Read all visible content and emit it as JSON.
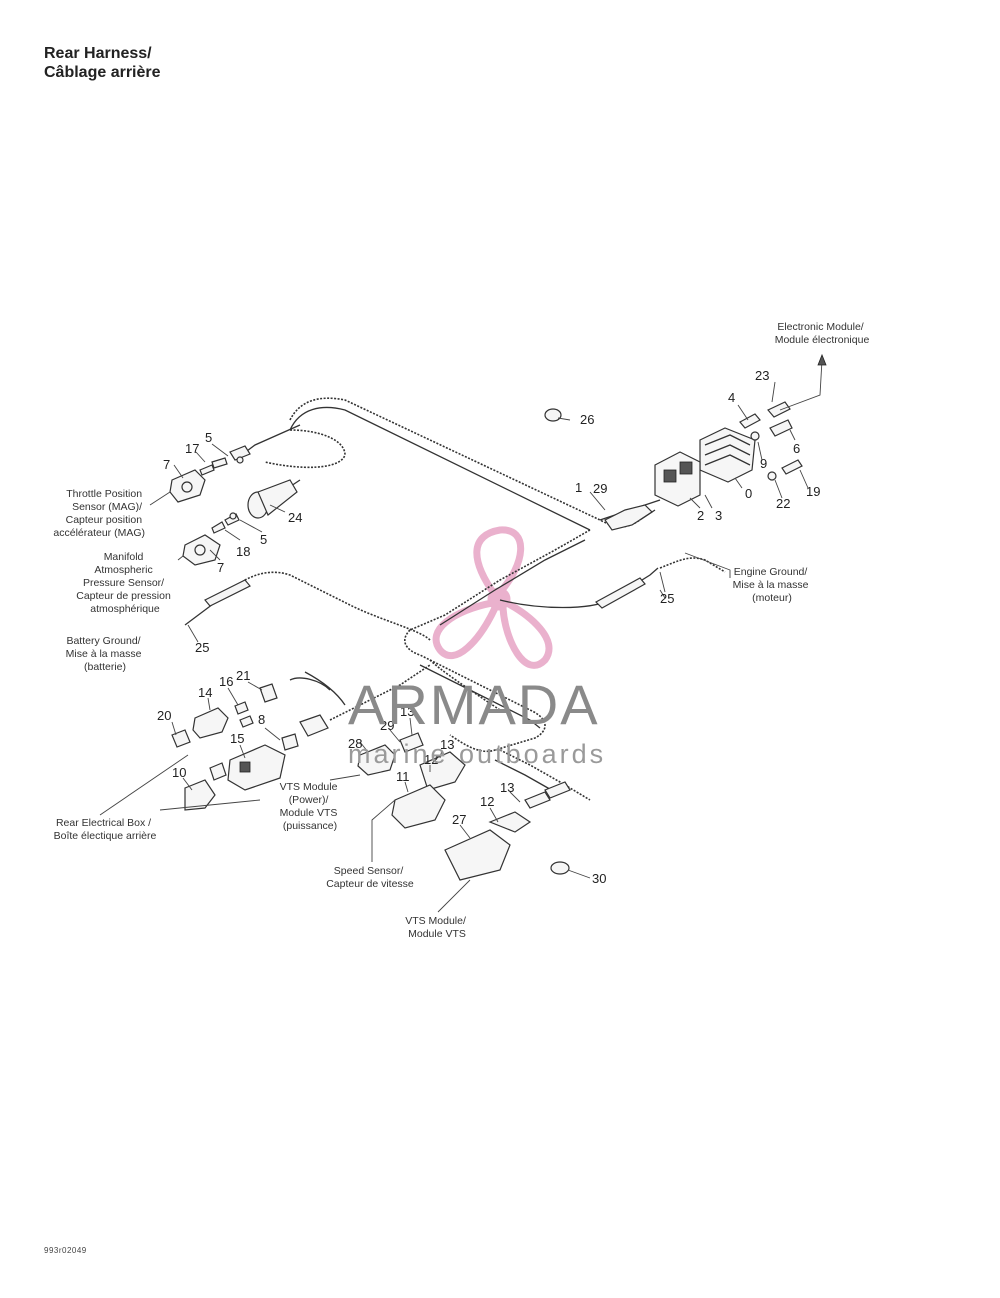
{
  "title": {
    "line1": "Rear Harness/",
    "line2": "Câblage arrière"
  },
  "drawing_code": "993r02049",
  "watermark": {
    "brand": "ARMADA",
    "tagline": "marine outboards",
    "color": "#e8a9c8"
  },
  "labels": {
    "electronic_module": [
      "Electronic Module/",
      "Module électronique"
    ],
    "throttle_sensor": [
      "Throttle Position",
      "Sensor (MAG)/",
      "Capteur position",
      "accélérateur (MAG)"
    ],
    "manifold_sensor": [
      "Manifold",
      "Atmospheric",
      "Pressure Sensor/",
      "Capteur de pression",
      "atmosphérique"
    ],
    "engine_ground": [
      "Engine Ground/",
      "Mise à la masse",
      "(moteur)"
    ],
    "battery_ground": [
      "Battery Ground/",
      "Mise à la masse",
      "(batterie)"
    ],
    "rear_box": [
      "Rear Electrical Box /",
      "Boîte électique arrière"
    ],
    "vts_power": [
      "VTS Module",
      "(Power)/",
      "Module VTS",
      "(puissance)"
    ],
    "speed_sensor": [
      "Speed Sensor/",
      "Capteur de vitesse"
    ],
    "vts_module": [
      "VTS Module/",
      "Module VTS"
    ]
  },
  "callouts": {
    "c23": "23",
    "c4": "4",
    "c26": "26",
    "c6a": "6",
    "c9": "9",
    "c0": "0",
    "c19": "19",
    "c22": "22",
    "c1": "1",
    "c29a": "29",
    "c2": "2",
    "c3": "3",
    "c17": "17",
    "c5a": "5",
    "c7a": "7",
    "c24": "24",
    "c5b": "5",
    "c18": "18",
    "c7b": "7",
    "c25a": "25",
    "c25b": "25",
    "c21": "21",
    "c14": "14",
    "c16": "16",
    "c20": "20",
    "c8": "8",
    "c15": "15",
    "c10": "10",
    "c29b": "29",
    "c13a": "13",
    "c28": "28",
    "c13b": "13",
    "c12a": "12",
    "c11": "11",
    "c12b": "12",
    "c13c": "13",
    "c27": "27",
    "c30": "30"
  }
}
